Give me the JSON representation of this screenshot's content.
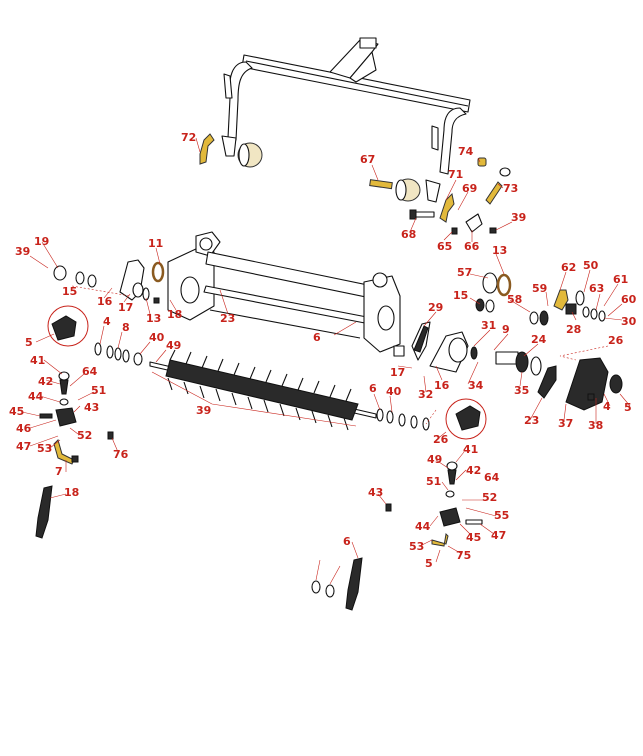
{
  "colors": {
    "callout": "#c8231b",
    "line": "#111111",
    "accent_yellow": "#e2b93b",
    "roller_cream": "#f1e6c3",
    "dark_part": "#2a2a2a"
  },
  "callouts": [
    "72",
    "67",
    "74",
    "71",
    "69",
    "73",
    "39",
    "68",
    "65",
    "66",
    "11",
    "19",
    "39",
    "15",
    "16",
    "17",
    "13",
    "18",
    "23",
    "57",
    "13",
    "15",
    "58",
    "59",
    "62",
    "50",
    "61",
    "60",
    "63",
    "28",
    "30",
    "29",
    "31",
    "9",
    "24",
    "26",
    "6",
    "5",
    "4",
    "8",
    "40",
    "49",
    "41",
    "64",
    "42",
    "51",
    "44",
    "43",
    "45",
    "46",
    "47",
    "52",
    "53",
    "76",
    "7",
    "18",
    "39",
    "17",
    "16",
    "32",
    "34",
    "35",
    "23",
    "37",
    "38",
    "4",
    "5",
    "6",
    "40",
    "26",
    "41",
    "49",
    "42",
    "64",
    "51",
    "52",
    "55",
    "43",
    "44",
    "45",
    "47",
    "53",
    "75",
    "5",
    "6"
  ]
}
